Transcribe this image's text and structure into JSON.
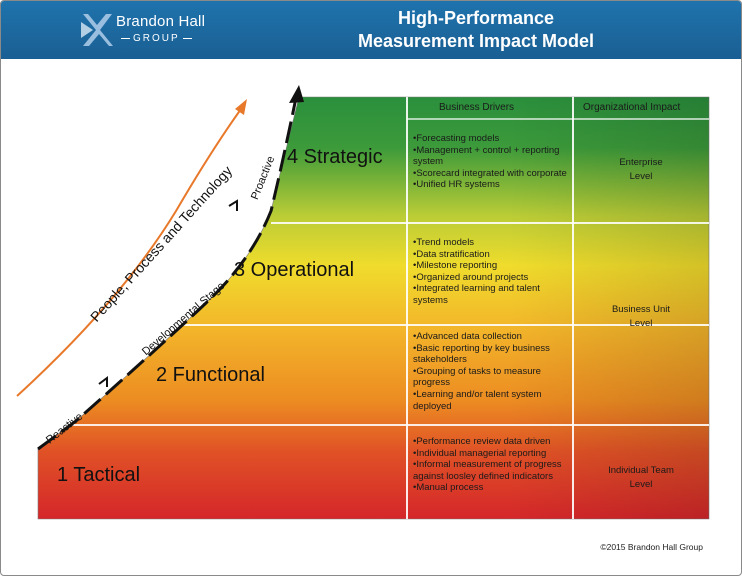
{
  "header": {
    "logo_name": "Brandon Hall",
    "logo_group": "GROUP",
    "title_line1": "High-Performance",
    "title_line2": "Measurement Impact Model"
  },
  "columns": {
    "drivers": "Business Drivers",
    "impact": "Organizational Impact"
  },
  "stages": [
    {
      "label": "4 Strategic",
      "drivers": [
        "Forecasting models",
        "Management + control + reporting system",
        "Scorecard integrated with corporate",
        "Unified HR systems"
      ]
    },
    {
      "label": "3 Operational",
      "drivers": [
        "Trend models",
        "Data stratification",
        "Milestone reporting",
        "Organized around projects",
        "Integrated learning and talent systems"
      ]
    },
    {
      "label": "2 Functional",
      "drivers": [
        "Advanced data collection",
        "Basic reporting by key business stakeholders",
        "Grouping of tasks to measure progress",
        "Learning and/or talent system deployed"
      ]
    },
    {
      "label": "1 Tactical",
      "drivers": [
        "Performance review data driven",
        "Individual managerial reporting",
        "Informal measurement of progress against loosley defined indicators",
        "Manual process"
      ]
    }
  ],
  "impact_levels": [
    {
      "line1": "Enterprise",
      "line2": "Level"
    },
    {
      "line1": "Business Unit",
      "line2": "Level"
    },
    {
      "line1": "Individual Team",
      "line2": "Level"
    }
  ],
  "curve_labels": {
    "reactive": "Reactive",
    "developmental": "Developmental Stage",
    "proactive": "Proactive",
    "people": "People, Process and Technology"
  },
  "copyright": "©2015 Brandon Hall Group",
  "colors": {
    "header_blue": "#1a66a0",
    "green": "#2a8f3c",
    "yellow": "#e8d62c",
    "orange": "#ef9b20",
    "red": "#d8262a",
    "curve_orange": "#e8782a"
  }
}
